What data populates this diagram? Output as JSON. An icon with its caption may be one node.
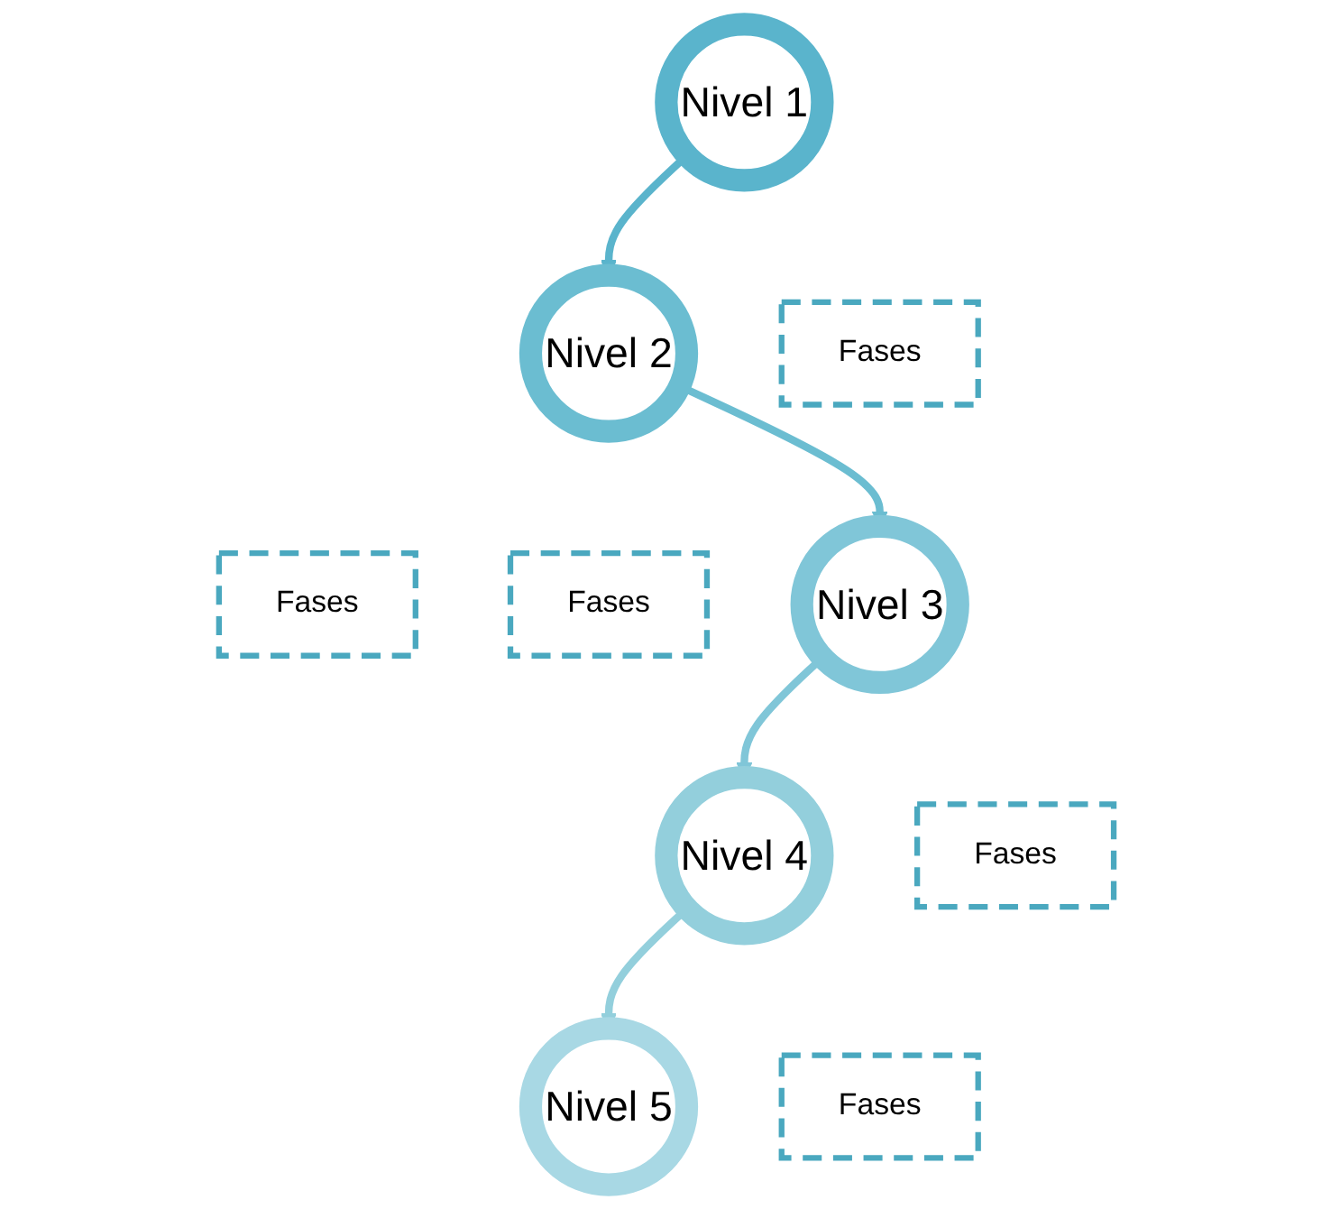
{
  "diagram": {
    "nodes": [
      {
        "text": [
          "Fases"
        ]
      },
      {
        "text": [
          "Nivel 1"
        ]
      },
      {
        "text": [
          "Nivel 2"
        ]
      },
      {
        "text": [
          "Fases"
        ]
      },
      {
        "text": [
          "Fases"
        ]
      },
      {
        "text": [
          "Nivel 3"
        ]
      },
      {
        "text": [
          "Nivel 4"
        ]
      },
      {
        "text": [
          "Fases"
        ]
      },
      {
        "text": [
          "Fases"
        ]
      },
      {
        "text": [
          "Nivel 5"
        ]
      }
    ],
    "edges": [
      {
        "from": 1,
        "to": 2,
        "arrow": "to"
      },
      {
        "from": 2,
        "to": 5,
        "arrow": "to"
      },
      {
        "from": 5,
        "to": 6,
        "arrow": "to"
      },
      {
        "from": 6,
        "to": 9,
        "arrow": "to"
      }
    ]
  }
}
